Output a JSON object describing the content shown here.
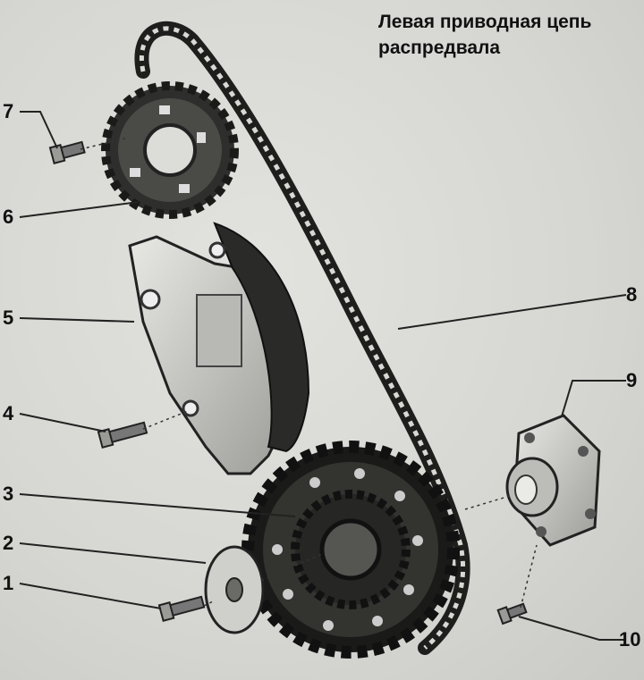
{
  "title": {
    "line1": "Левая приводная цепь",
    "line2": "распредвала"
  },
  "callouts": [
    {
      "id": "c1",
      "label": "1"
    },
    {
      "id": "c2",
      "label": "2"
    },
    {
      "id": "c3",
      "label": "3"
    },
    {
      "id": "c4",
      "label": "4"
    },
    {
      "id": "c5",
      "label": "5"
    },
    {
      "id": "c6",
      "label": "6"
    },
    {
      "id": "c7",
      "label": "7"
    },
    {
      "id": "c8",
      "label": "8"
    },
    {
      "id": "c9",
      "label": "9"
    },
    {
      "id": "c10",
      "label": "10"
    }
  ]
}
